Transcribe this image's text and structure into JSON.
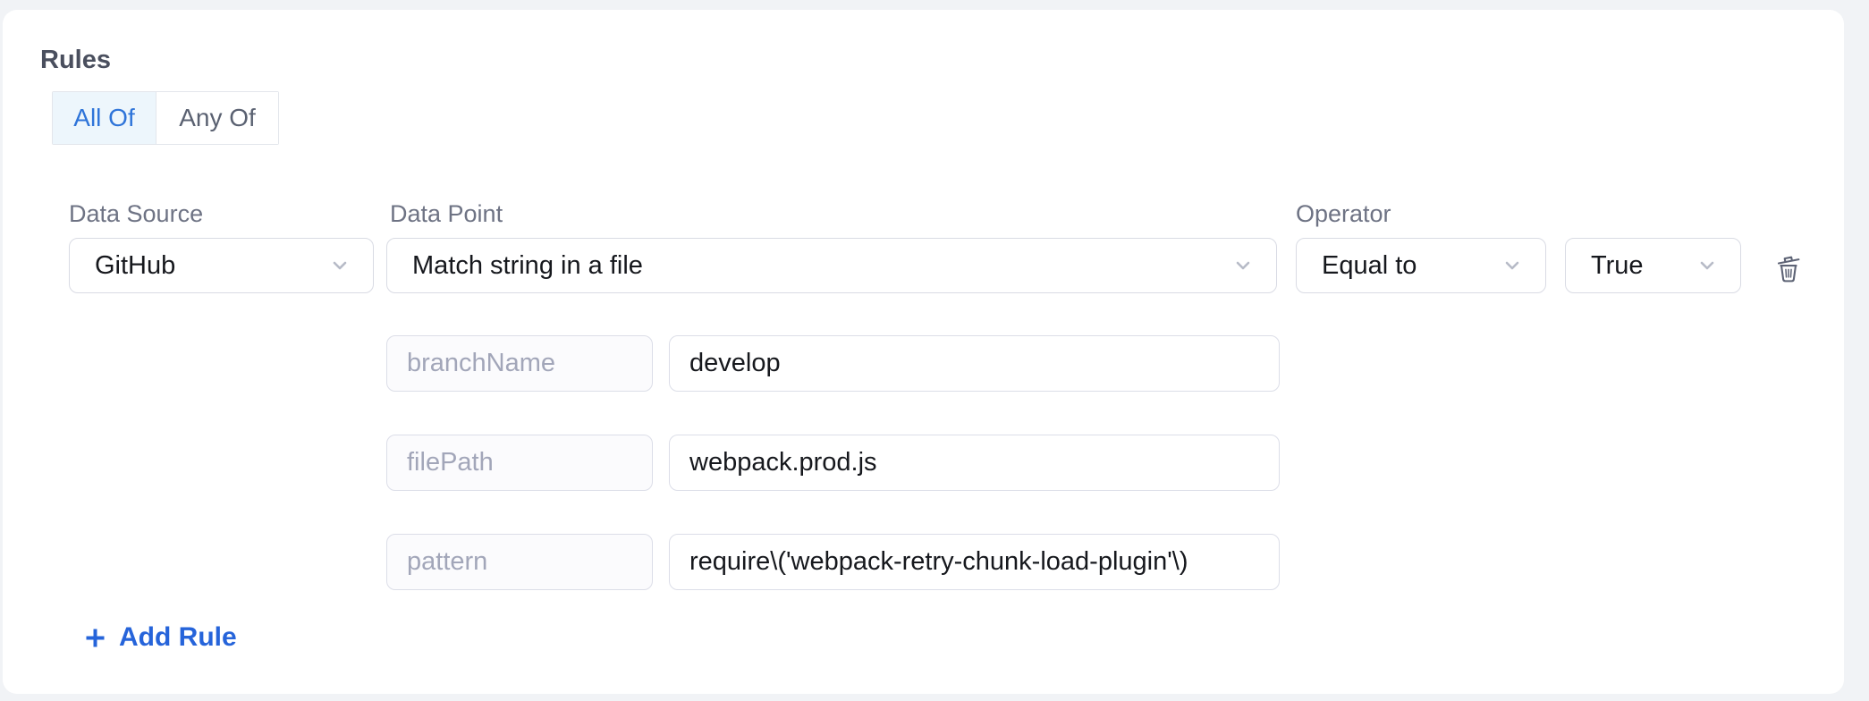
{
  "rules": {
    "heading": "Rules",
    "match_modes": [
      {
        "label": "All Of",
        "selected": true
      },
      {
        "label": "Any Of",
        "selected": false
      }
    ],
    "rule": {
      "data_source": {
        "label": "Data Source",
        "value": "GitHub"
      },
      "data_point": {
        "label": "Data Point",
        "value": "Match string in a file"
      },
      "operator": {
        "label": "Operator",
        "value": "Equal to"
      },
      "operator_value": "True",
      "params": [
        {
          "key": "branchName",
          "value": "develop"
        },
        {
          "key": "filePath",
          "value": "webpack.prod.js"
        },
        {
          "key": "pattern",
          "value": "require\\('webpack-retry-chunk-load-plugin'\\)"
        }
      ]
    },
    "add_rule_label": "Add Rule",
    "icons": {
      "dropdown": "chevron-down-icon",
      "delete": "trash-icon",
      "add": "plus-icon"
    },
    "colors": {
      "accent_blue": "#2e74d9",
      "selected_segment_bg": "#edf6fc",
      "label_gray": "#6e7384",
      "border_gray": "#d9dbe4",
      "page_bg": "#f1f3f6"
    }
  }
}
